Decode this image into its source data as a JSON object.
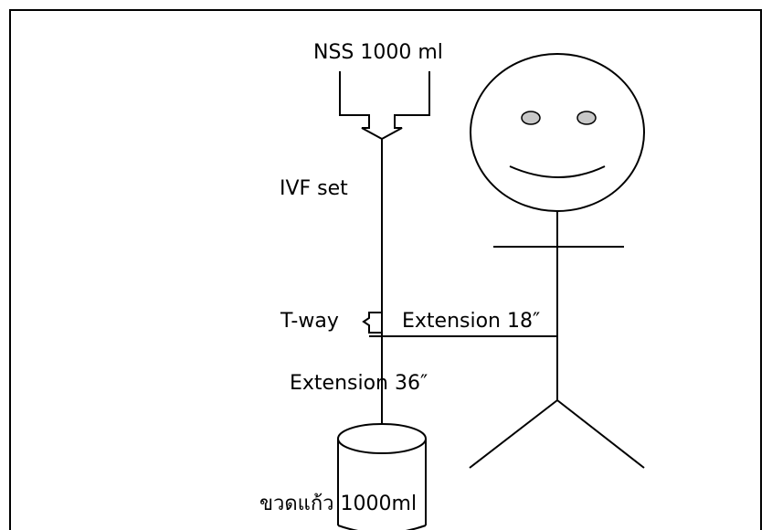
{
  "labels": {
    "nss_bag": "NSS 1000 ml",
    "ivf_set": "IVF set",
    "t_way": "T-way",
    "extension_18": "Extension 18″",
    "extension_36": "Extension 36″",
    "glass_bottle": "ขวดแก้ว 1000ml"
  },
  "colors": {
    "stroke": "#000000",
    "eyes": "#c8c8c8",
    "background": "#ffffff"
  }
}
